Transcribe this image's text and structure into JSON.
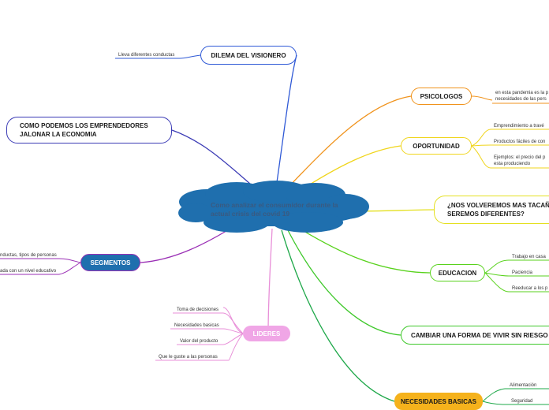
{
  "central": {
    "text": "Como analizar el consumidor durante la actual crisis del covid 19",
    "color": "#1f6fae"
  },
  "branches": {
    "dilema": {
      "label": "DILEMA DEL VISIONERO",
      "color": "#2f59d6",
      "leaves": [
        "Lleva diferentes conductas"
      ]
    },
    "emprendedores": {
      "label": "COMO PODEMOS LOS EMPRENDEDORES JALONAR LA ECONOMIA",
      "color": "#3b3bb5",
      "line1": "COMO PODEMOS LOS EMPRENDEDORES",
      "line2": "JALONAR LA ECONOMIA"
    },
    "segmentos": {
      "label": "SEGMENTOS",
      "color": "#9a2fb5",
      "fill": "#1f6fae",
      "leaves": [
        "nductas, tipos de personas",
        "ada con un nivel educativo"
      ]
    },
    "lideres": {
      "label": "LIDERES",
      "color": "#e88fd8",
      "fill": "#f0a6e6",
      "leaves": [
        "Toma de decisiones",
        "Necesidades basicas",
        "Valor del producto",
        "Que le guste a las personas"
      ]
    },
    "psicologos": {
      "label": "PSICOLOGOS",
      "color": "#f0931c",
      "leaves": [
        "en esta pandemia es la p",
        "necesidades de las pers"
      ]
    },
    "oportunidad": {
      "label": "OPORTUNIDAD",
      "color": "#f0d51c",
      "leaves": [
        "Emprendimiento a travé",
        "Productos fáciles de con",
        "Ejemplos: el precio del p",
        "esta produciendo"
      ]
    },
    "tacanos": {
      "label": "¿NOS VOLVEREMOS MAS TACAÑO SEREMOS DIFERENTES?",
      "color": "#e4e020",
      "line1": "¿NOS VOLVEREMOS MAS TACAÑO",
      "line2": "SEREMOS DIFERENTES?"
    },
    "educacion": {
      "label": "EDUCACION",
      "color": "#58d21c",
      "leaves": [
        "Trabajo en casa",
        "Paciencia",
        "Reeducar a los p"
      ]
    },
    "cambiar": {
      "label": "CAMBIAR UNA FORMA DE VIVIR SIN RIESGO",
      "color": "#3fc82b"
    },
    "necesidades": {
      "label": "NECESIDADES BASICAS",
      "color": "#1fa84a",
      "fill": "#f5b21c",
      "leaves": [
        "Alimentación",
        "Seguridad"
      ]
    }
  }
}
